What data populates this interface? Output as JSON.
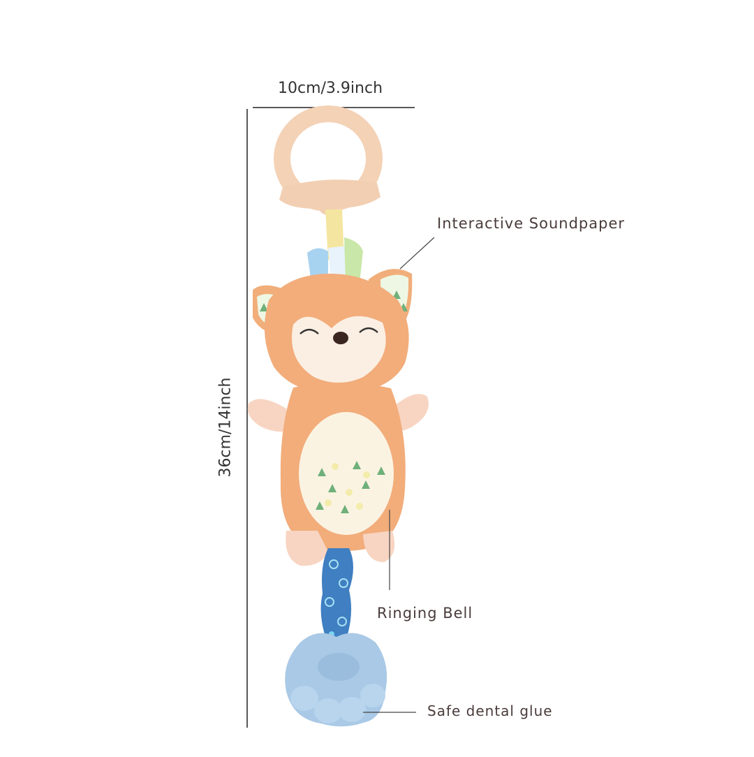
{
  "dimensions": {
    "width_label": "10cm/3.9inch",
    "height_label": "36cm/14inch"
  },
  "callouts": {
    "soundpaper": "Interactive Soundpaper",
    "bell": "Ringing Bell",
    "glue": "Safe dental glue"
  },
  "colors": {
    "ring": "#f6d6bd",
    "fur": "#f3b27e",
    "face": "#fbefe3",
    "belly": "#fbf3e2",
    "ribbon": "#3f7fc2",
    "teether": "#a9c9e6",
    "text": "#4a3b3b"
  }
}
